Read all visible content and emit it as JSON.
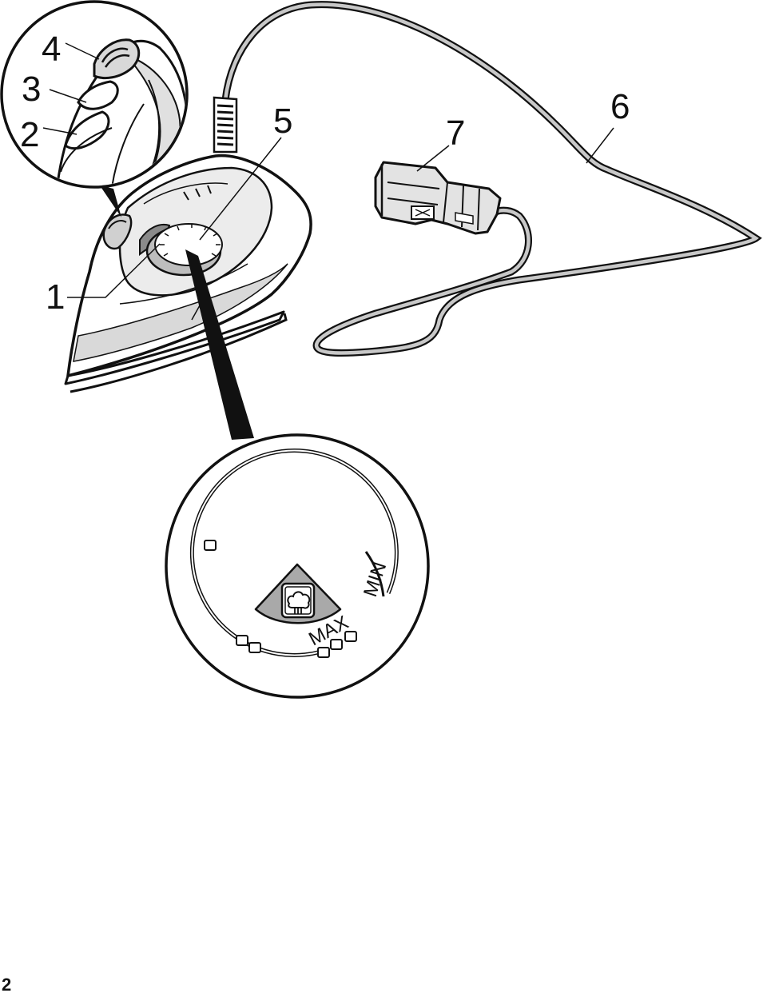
{
  "callouts": {
    "c1": "1",
    "c2": "2",
    "c3": "3",
    "c4": "4",
    "c5": "5",
    "c6": "6",
    "c7": "7"
  },
  "dial": {
    "max_label": "MAX",
    "min_label": "MIN",
    "steam_icon": "steam-cloud-icon"
  },
  "page_number": "2",
  "colors": {
    "line": "#111111",
    "cord_fill": "#c8c8c8",
    "iron_shade": "#d9d9d9",
    "dial_face": "#a9a9a9"
  }
}
